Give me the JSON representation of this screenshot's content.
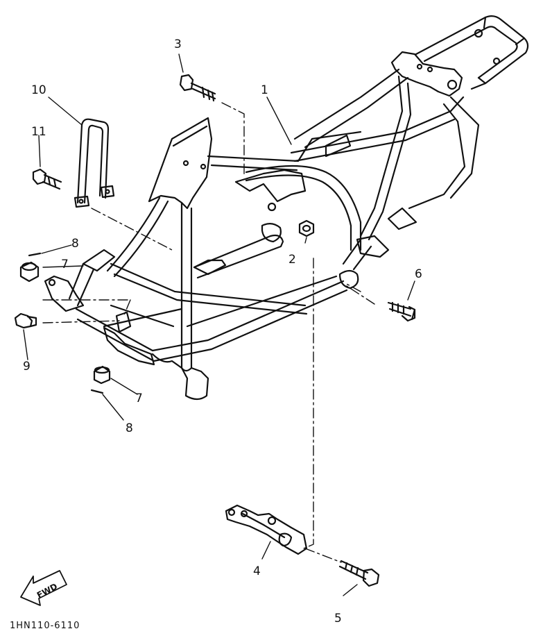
{
  "diagram": {
    "drawing_code": "1HN110-6110",
    "forward_arrow_label": "FWD",
    "callouts": [
      {
        "id": "c1",
        "text": "1"
      },
      {
        "id": "c2",
        "text": "2"
      },
      {
        "id": "c3",
        "text": "3"
      },
      {
        "id": "c4",
        "text": "4"
      },
      {
        "id": "c5",
        "text": "5"
      },
      {
        "id": "c6",
        "text": "6"
      },
      {
        "id": "c7a",
        "text": "7"
      },
      {
        "id": "c7b",
        "text": "7"
      },
      {
        "id": "c8a",
        "text": "8"
      },
      {
        "id": "c8b",
        "text": "8"
      },
      {
        "id": "c9",
        "text": "9"
      },
      {
        "id": "c10",
        "text": "10"
      },
      {
        "id": "c11",
        "text": "11"
      }
    ]
  }
}
